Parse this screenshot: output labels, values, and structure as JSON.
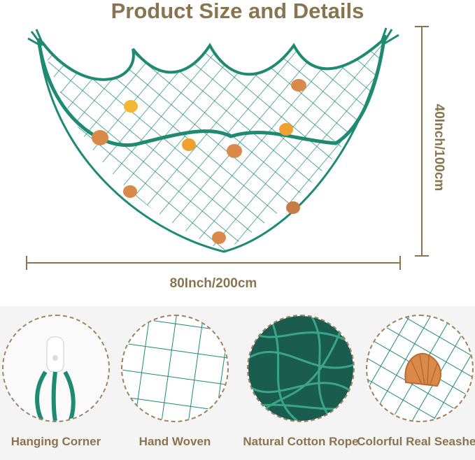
{
  "title": "Product Size and Details",
  "dimensions": {
    "width_label": "80Inch/200cm",
    "height_label": "40Inch/100cm"
  },
  "features": [
    {
      "label": "Hanging Corner",
      "icon": "hanging-corner-icon"
    },
    {
      "label": "Hand Woven",
      "icon": "net-mesh-icon"
    },
    {
      "label": "Natural Cotton Rope",
      "icon": "rope-icon"
    },
    {
      "label": "Colorful Real Seashell",
      "icon": "seashell-icon"
    }
  ],
  "colors": {
    "net": "#1e8a72",
    "accent_text": "#8a7450",
    "shell_orange": "#d98a4a",
    "shell_yellow": "#f2b733"
  }
}
